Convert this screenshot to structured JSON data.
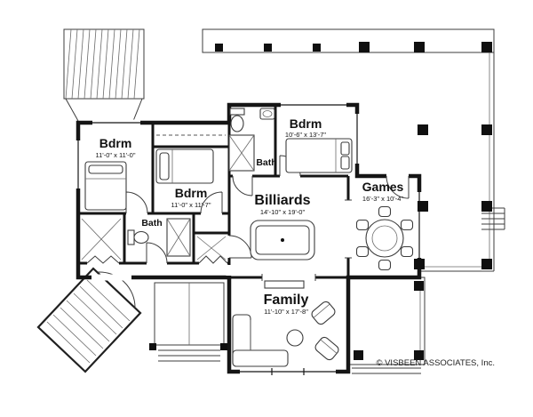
{
  "copyright": "© VISBEEN ASSOCIATES, Inc.",
  "rooms": {
    "bdrm1": {
      "label": "Bdrm",
      "dims": "11'-0\" x 11'-0\""
    },
    "bdrm2": {
      "label": "Bdrm",
      "dims": "11'-0\" x 11'-7\""
    },
    "bdrm3": {
      "label": "Bdrm",
      "dims": "10'-6\" x 13'-7\""
    },
    "bathUpper": {
      "label": "Bath"
    },
    "bathLower": {
      "label": "Bath"
    },
    "billiards": {
      "label": "Billiards",
      "dims": "14'-10\" x 19'-0\""
    },
    "games": {
      "label": "Games",
      "dims": "16'-3\" x 10'-4\""
    },
    "family": {
      "label": "Family",
      "dims": "11'-10\" x 17'-8\""
    }
  }
}
